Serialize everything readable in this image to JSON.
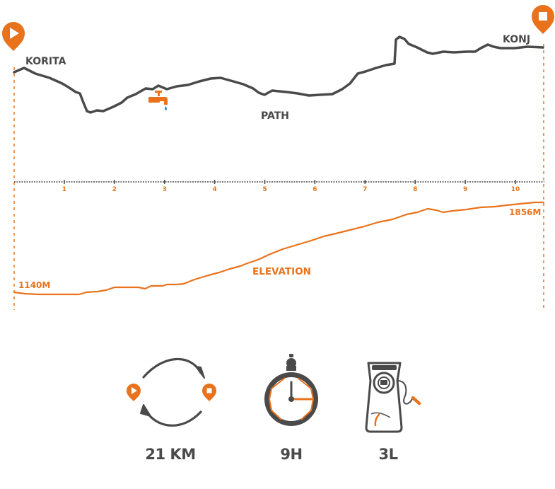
{
  "route": {
    "start_name": "KORITA",
    "end_name": "KONJ",
    "path_label": "PATH",
    "start_icon": "play-marker-icon",
    "end_icon": "stop-marker-icon",
    "water_icon": "water-tap-icon"
  },
  "axis": {
    "ticks": [
      "1",
      "2",
      "3",
      "4",
      "5",
      "6",
      "7",
      "8",
      "9",
      "10"
    ]
  },
  "elevation": {
    "label": "ELEVATION",
    "min_label": "1140M",
    "max_label": "1856M"
  },
  "stats": [
    {
      "icon": "round-trip-icon",
      "value": "21 KM"
    },
    {
      "icon": "stopwatch-icon",
      "value": "9H"
    },
    {
      "icon": "hydration-pack-icon",
      "value": "3L"
    }
  ],
  "colors": {
    "accent": "#e8731c",
    "path": "#4a4a4a",
    "water": "#2f8fd8"
  }
}
